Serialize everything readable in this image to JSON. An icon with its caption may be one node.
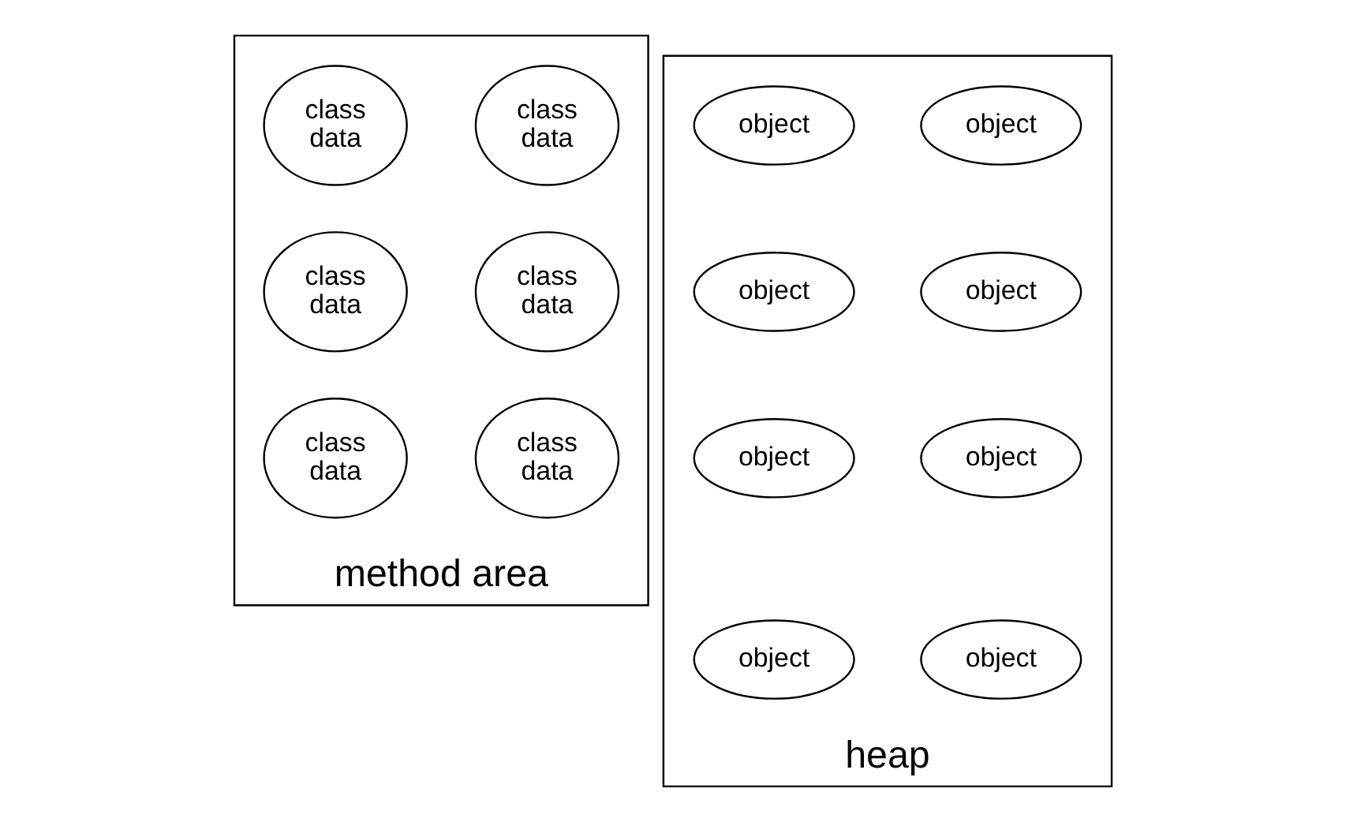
{
  "diagram": {
    "nodes": [
      {
        "text": [
          "method area"
        ]
      },
      {
        "text": [
          "class data"
        ],
        "in": 0
      },
      {
        "text": [
          "class data"
        ],
        "in": 0
      },
      {
        "text": [
          "class data"
        ],
        "in": 0
      },
      {
        "text": [
          "class data"
        ],
        "in": 0
      },
      {
        "text": [
          "class data"
        ],
        "in": 0
      },
      {
        "text": [
          "class data"
        ],
        "in": 0
      },
      {
        "text": [
          "heap"
        ]
      },
      {
        "text": [
          "object"
        ],
        "in": 7
      },
      {
        "text": [
          "object"
        ],
        "in": 7
      },
      {
        "text": [
          "object"
        ],
        "in": 7
      },
      {
        "text": [
          "object"
        ],
        "in": 7
      },
      {
        "text": [
          "object"
        ],
        "in": 7
      },
      {
        "text": [
          "object"
        ],
        "in": 7
      },
      {
        "text": [
          "object"
        ],
        "in": 7
      },
      {
        "text": [
          "object"
        ],
        "in": 7
      }
    ]
  }
}
